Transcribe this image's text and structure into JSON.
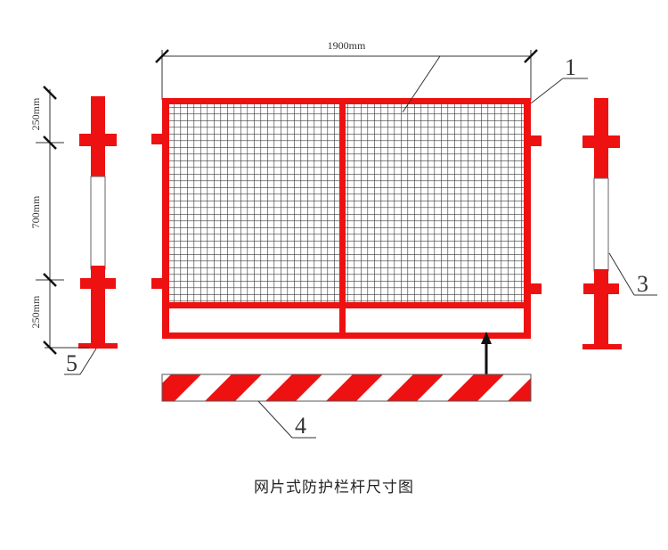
{
  "diagram": {
    "title": "网片式防护栏杆尺寸图",
    "colors": {
      "frame_red": "#ee1111",
      "mesh_line": "#333333",
      "background": "#ffffff",
      "dim_line": "#333333"
    },
    "dimensions": {
      "width": "1900mm",
      "top_segment": "250mm",
      "middle_segment": "700mm",
      "bottom_segment": "250mm"
    },
    "callouts": {
      "panel": "1",
      "post": "3",
      "toe_board": "4",
      "base_plate": "5"
    },
    "components": [
      {
        "id": "1",
        "name": "mesh-panel"
      },
      {
        "id": "3",
        "name": "post"
      },
      {
        "id": "4",
        "name": "toe-board"
      },
      {
        "id": "5",
        "name": "base-plate"
      }
    ]
  }
}
